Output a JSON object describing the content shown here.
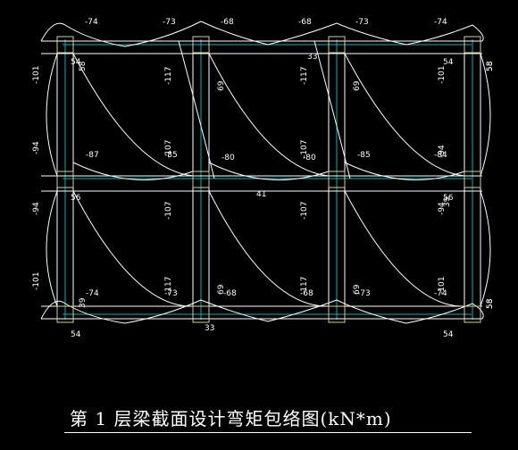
{
  "title": "第 1 层梁截面设计弯矩包络图(kN*m)",
  "colors": {
    "background": "#000000",
    "beam": "#ffffff",
    "axis": "#00b4b4",
    "column": "#d2d28c",
    "text": "#ffffff"
  },
  "labels": {
    "top_row": [
      "-74",
      "-73",
      "-68",
      "-68",
      "-73",
      "-74"
    ],
    "mid_row": [
      "-87",
      "-85",
      "-80",
      "-80",
      "-85",
      "-84"
    ],
    "bottom_row": [
      "-74",
      "-73",
      "-68",
      "-68",
      "-73",
      "-74"
    ],
    "small_top": [
      "54",
      "58",
      "33",
      "54",
      "58"
    ],
    "small_mid": [
      "56",
      "41",
      "56"
    ],
    "small_bottom": [
      "54",
      "33",
      "54"
    ],
    "vertical_left": [
      "-101",
      "-94",
      "-94",
      "-101"
    ],
    "vertical_inner": [
      "-117",
      "-107",
      "-107",
      "-117",
      "69",
      "69",
      "-117",
      "-107",
      "-107",
      "-117",
      "69",
      "69",
      "-101",
      "-94",
      "-94",
      "-101"
    ],
    "vertical_right": [
      "58",
      "58",
      "39",
      "39",
      "58"
    ]
  }
}
